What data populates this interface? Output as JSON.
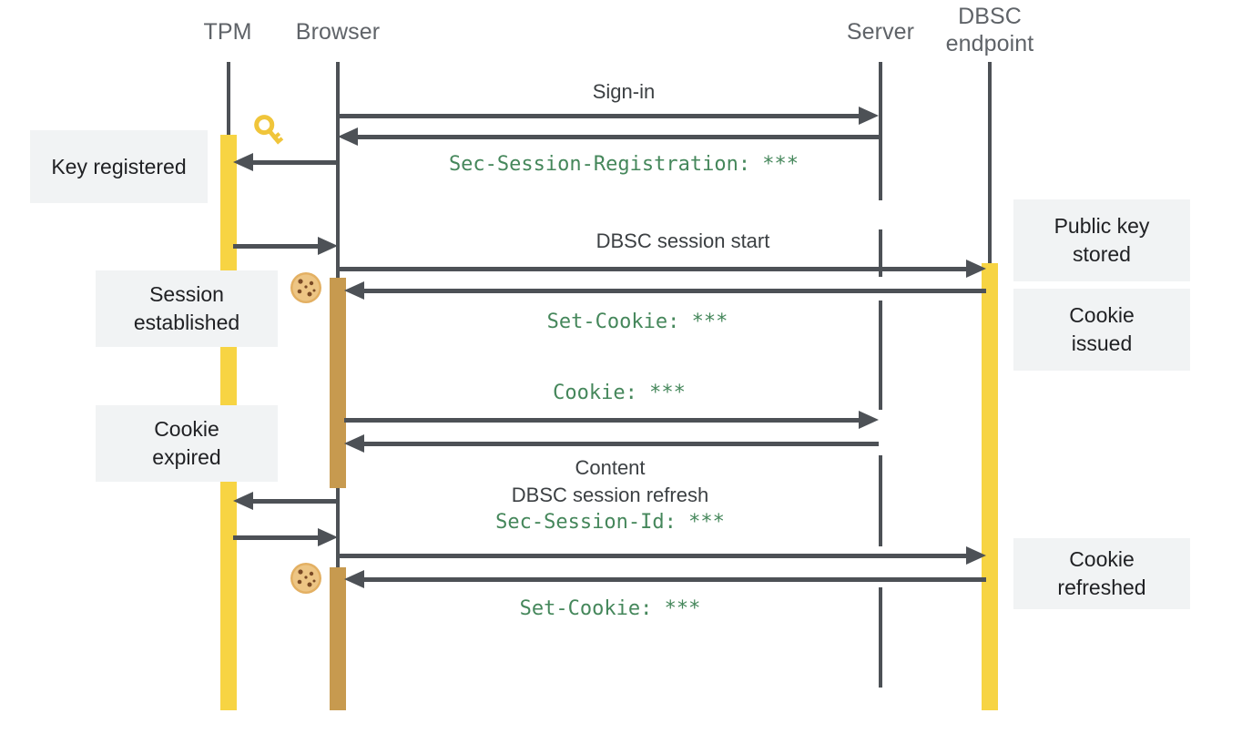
{
  "diagram": {
    "title": "DBSC Device Bound Session Credentials sequence",
    "background": "#ffffff",
    "colors": {
      "lifeline": "#4d5156",
      "activation_tpm": "#f7d443",
      "activation_browser": "#c79a4f",
      "note_bg": "#f1f3f4",
      "note_text": "#202124",
      "label_text": "#3c4043",
      "header_text": "#5f6368",
      "mono_text": "#45875b"
    }
  },
  "participants": [
    {
      "id": "tpm",
      "label": "TPM"
    },
    {
      "id": "browser",
      "label": "Browser"
    },
    {
      "id": "server",
      "label": "Server"
    },
    {
      "id": "dbsc",
      "label": "DBSC\nendpoint"
    }
  ],
  "notes": [
    {
      "id": "key-registered",
      "text": "Key registered",
      "side": "left"
    },
    {
      "id": "session-established",
      "text": "Session\nestablished",
      "side": "left"
    },
    {
      "id": "cookie-expired",
      "text": "Cookie\nexpired",
      "side": "left"
    },
    {
      "id": "public-key-stored",
      "text": "Public key\nstored",
      "side": "right"
    },
    {
      "id": "cookie-issued",
      "text": "Cookie\nissued",
      "side": "right"
    },
    {
      "id": "cookie-refreshed",
      "text": "Cookie\nrefreshed",
      "side": "right"
    }
  ],
  "messages": [
    {
      "id": "sign-in",
      "text": "Sign-in",
      "style": "plain",
      "from": "browser",
      "to": "server",
      "direction": "right"
    },
    {
      "id": "sign-in-response",
      "text": "",
      "style": "plain",
      "from": "server",
      "to": "browser",
      "direction": "left"
    },
    {
      "id": "sec-session-registration",
      "text": "Sec-Session-Registration: ***",
      "style": "mono",
      "from": "server",
      "to": "browser",
      "direction": "left"
    },
    {
      "id": "register-key",
      "text": "",
      "style": "plain",
      "from": "browser",
      "to": "tpm",
      "direction": "left"
    },
    {
      "id": "key-to-browser",
      "text": "",
      "style": "plain",
      "from": "tpm",
      "to": "browser",
      "direction": "right"
    },
    {
      "id": "dbsc-session-start",
      "text": "DBSC session start",
      "style": "plain",
      "from": "browser",
      "to": "dbsc",
      "direction": "right"
    },
    {
      "id": "set-cookie-1",
      "text": "Set-Cookie: ***",
      "style": "mono",
      "from": "dbsc",
      "to": "browser",
      "direction": "left"
    },
    {
      "id": "cookie-request",
      "text": "Cookie: ***",
      "style": "mono",
      "from": "browser",
      "to": "server",
      "direction": "right"
    },
    {
      "id": "content",
      "text": "Content",
      "style": "plain",
      "from": "server",
      "to": "browser",
      "direction": "left"
    },
    {
      "id": "dbsc-session-refresh",
      "text": "DBSC session refresh",
      "style": "plain",
      "from": "browser",
      "to": "tpm",
      "direction": "left"
    },
    {
      "id": "sec-session-id",
      "text": "Sec-Session-Id: ***",
      "style": "mono",
      "from": "tpm",
      "to": "browser",
      "direction": "right"
    },
    {
      "id": "refresh-to-dbsc",
      "text": "",
      "style": "plain",
      "from": "browser",
      "to": "dbsc",
      "direction": "right"
    },
    {
      "id": "set-cookie-2",
      "text": "Set-Cookie: ***",
      "style": "mono",
      "from": "dbsc",
      "to": "browser",
      "direction": "left"
    }
  ],
  "icons": [
    {
      "id": "key-emoji",
      "name": "key-icon",
      "near": "browser"
    },
    {
      "id": "cookie-emoji-1",
      "name": "cookie-icon",
      "near": "browser"
    },
    {
      "id": "cookie-emoji-2",
      "name": "cookie-icon",
      "near": "browser"
    }
  ]
}
